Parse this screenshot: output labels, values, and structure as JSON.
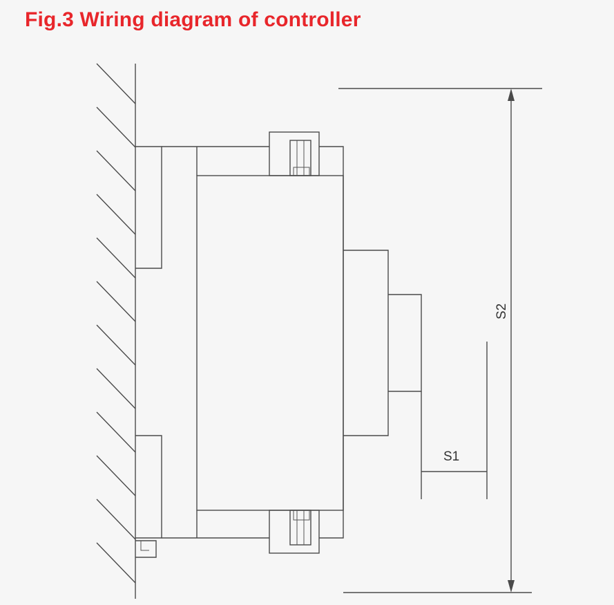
{
  "figure": {
    "title": "Fig.3 Wiring diagram of controller",
    "title_color": "#e8262b",
    "line_color": "#4a4a4a",
    "background_color": "#f6f6f6"
  },
  "dimensions": {
    "s1_label": "S1",
    "s2_label": "S2"
  }
}
